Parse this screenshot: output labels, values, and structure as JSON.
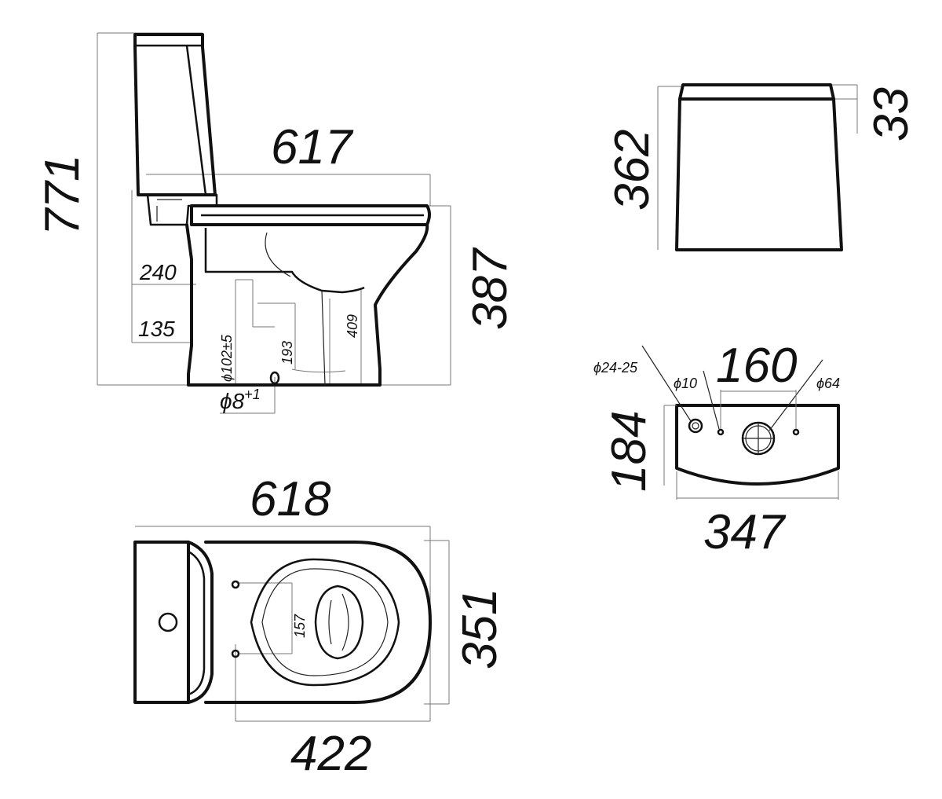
{
  "side_view": {
    "height_total": "771",
    "length": "617",
    "seat_height": "387",
    "dim_240": "240",
    "dim_135": "135",
    "dim_409": "409",
    "dim_193": "193",
    "outlet_dia": "ϕ102±5",
    "bolt_dia": "ϕ8",
    "bolt_dia_tol": "+1"
  },
  "tank_front": {
    "height": "362",
    "lid": "33"
  },
  "tank_top": {
    "hole_spacing": "160",
    "depth": "184",
    "width": "347",
    "dia_inlet": "ϕ24-25",
    "dia_small": "ϕ10",
    "dia_flush": "ϕ64"
  },
  "top_view": {
    "length": "618",
    "width": "351",
    "bowl_length": "422",
    "seat_holes": "157"
  }
}
